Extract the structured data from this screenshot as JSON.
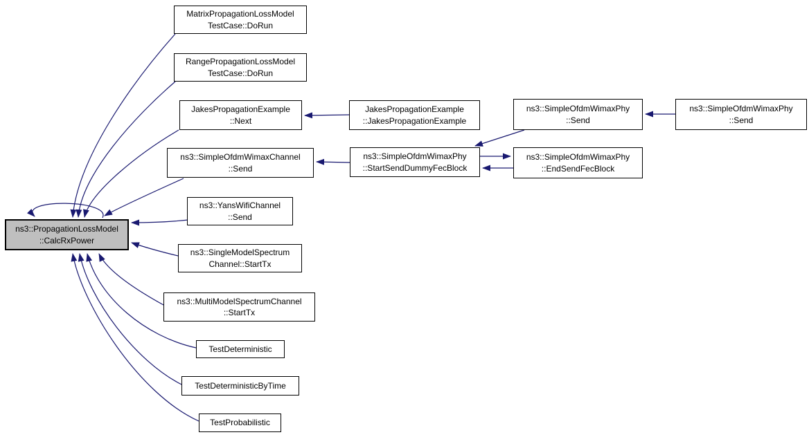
{
  "diagram": {
    "type": "caller-graph",
    "focus_node_id": "calc-rx-power",
    "colors": {
      "edge": "#191970",
      "node_border": "#000000",
      "node_fill": "#ffffff",
      "focus_fill": "#bfbfbf",
      "text": "#000000",
      "background": "#ffffff"
    },
    "nodes": [
      {
        "id": "calc-rx-power",
        "label": "ns3::PropagationLossModel\n::CalcRxPower"
      },
      {
        "id": "matrix-dorun",
        "label": "MatrixPropagationLossModel\nTestCase::DoRun"
      },
      {
        "id": "range-dorun",
        "label": "RangePropagationLossModel\nTestCase::DoRun"
      },
      {
        "id": "jakes-next",
        "label": "JakesPropagationExample\n::Next"
      },
      {
        "id": "jakes-ctor",
        "label": "JakesPropagationExample\n::JakesPropagationExample"
      },
      {
        "id": "wimax-channel-send",
        "label": "ns3::SimpleOfdmWimaxChannel\n::Send"
      },
      {
        "id": "start-send-dummy-fec",
        "label": "ns3::SimpleOfdmWimaxPhy\n::StartSendDummyFecBlock"
      },
      {
        "id": "wimax-phy-send-a",
        "label": "ns3::SimpleOfdmWimaxPhy\n::Send"
      },
      {
        "id": "wimax-phy-send-b",
        "label": "ns3::SimpleOfdmWimaxPhy\n::Send"
      },
      {
        "id": "end-send-fec-block",
        "label": "ns3::SimpleOfdmWimaxPhy\n::EndSendFecBlock"
      },
      {
        "id": "yans-wifi-send",
        "label": "ns3::YansWifiChannel\n::Send"
      },
      {
        "id": "single-spectrum-starttx",
        "label": "ns3::SingleModelSpectrum\nChannel::StartTx"
      },
      {
        "id": "multi-spectrum-starttx",
        "label": "ns3::MultiModelSpectrumChannel\n::StartTx"
      },
      {
        "id": "test-deterministic",
        "label": "TestDeterministic"
      },
      {
        "id": "test-deterministic-time",
        "label": "TestDeterministicByTime"
      },
      {
        "id": "test-probabilistic",
        "label": "TestProbabilistic"
      }
    ],
    "edges": [
      {
        "from": "matrix-dorun",
        "to": "calc-rx-power"
      },
      {
        "from": "range-dorun",
        "to": "calc-rx-power"
      },
      {
        "from": "jakes-next",
        "to": "calc-rx-power"
      },
      {
        "from": "wimax-channel-send",
        "to": "calc-rx-power"
      },
      {
        "from": "yans-wifi-send",
        "to": "calc-rx-power"
      },
      {
        "from": "single-spectrum-starttx",
        "to": "calc-rx-power"
      },
      {
        "from": "multi-spectrum-starttx",
        "to": "calc-rx-power"
      },
      {
        "from": "test-deterministic",
        "to": "calc-rx-power"
      },
      {
        "from": "test-deterministic-time",
        "to": "calc-rx-power"
      },
      {
        "from": "test-probabilistic",
        "to": "calc-rx-power"
      },
      {
        "from": "calc-rx-power",
        "to": "calc-rx-power"
      },
      {
        "from": "jakes-ctor",
        "to": "jakes-next"
      },
      {
        "from": "start-send-dummy-fec",
        "to": "wimax-channel-send"
      },
      {
        "from": "wimax-phy-send-a",
        "to": "start-send-dummy-fec"
      },
      {
        "from": "wimax-phy-send-b",
        "to": "wimax-phy-send-a"
      },
      {
        "from": "start-send-dummy-fec",
        "to": "end-send-fec-block"
      },
      {
        "from": "end-send-fec-block",
        "to": "start-send-dummy-fec"
      }
    ]
  }
}
